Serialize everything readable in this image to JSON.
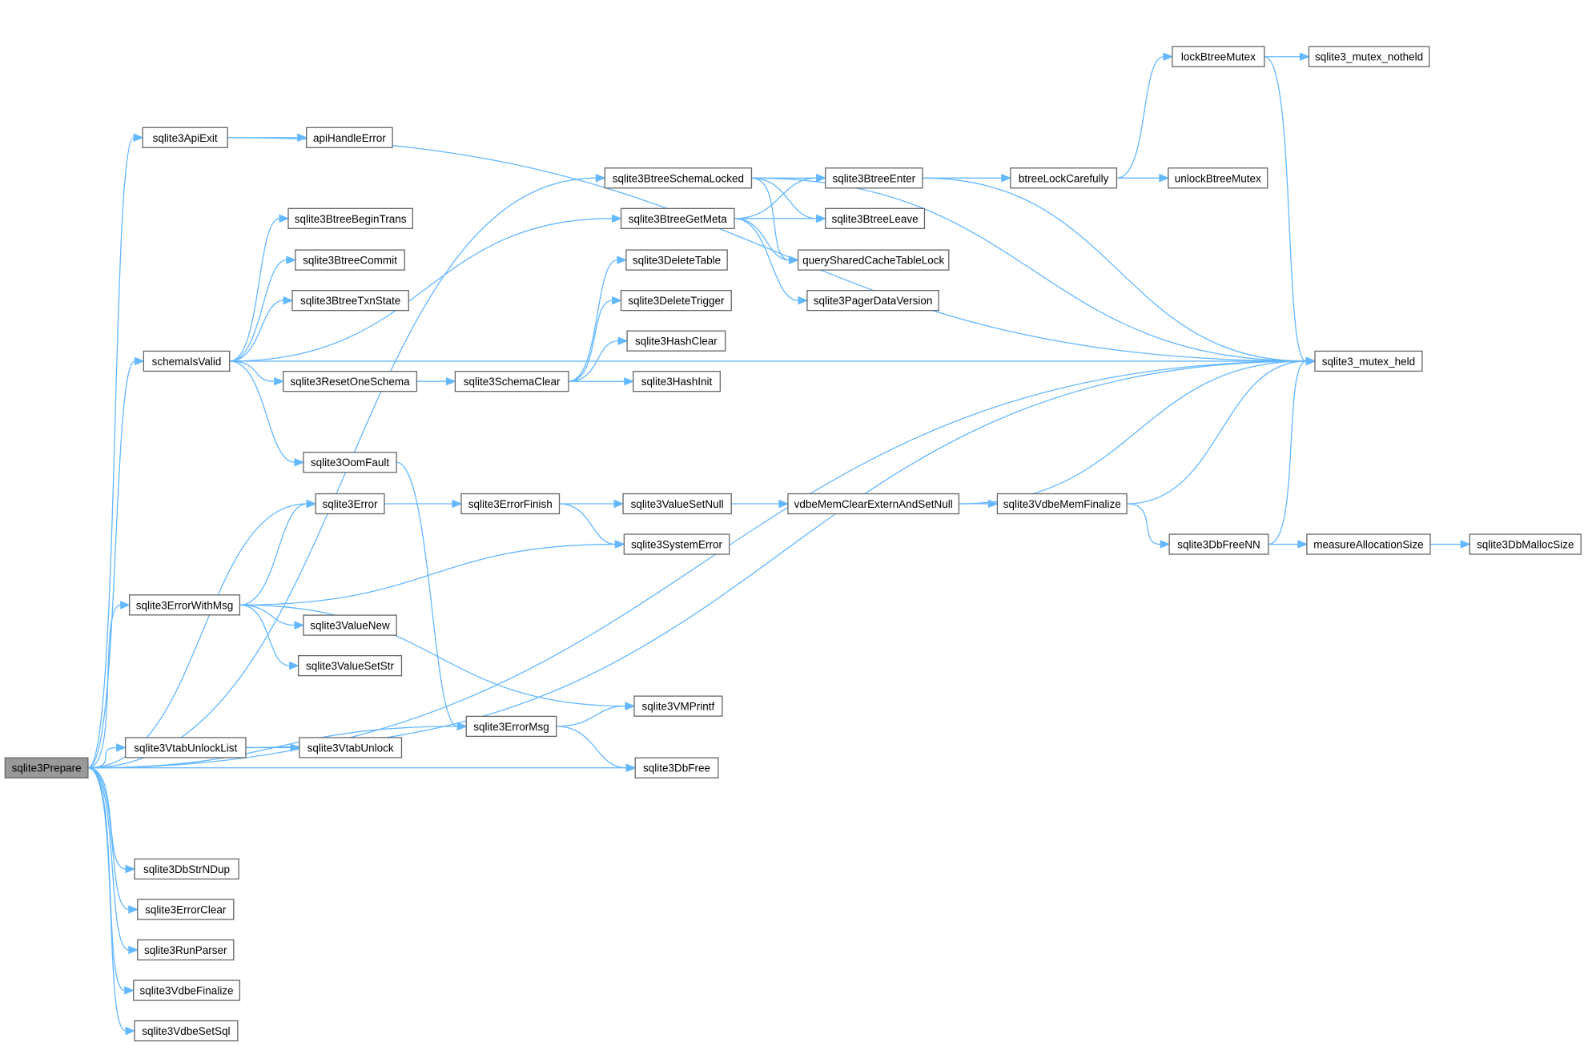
{
  "nodes": [
    {
      "id": "sqlite3Prepare",
      "label": "sqlite3Prepare",
      "root": true
    },
    {
      "id": "sqlite3ApiExit",
      "label": "sqlite3ApiExit"
    },
    {
      "id": "apiHandleError",
      "label": "apiHandleError"
    },
    {
      "id": "sqlite3BtreeSchemaLocked",
      "label": "sqlite3BtreeSchemaLocked"
    },
    {
      "id": "sqlite3BtreeEnter",
      "label": "sqlite3BtreeEnter"
    },
    {
      "id": "btreeLockCarefully",
      "label": "btreeLockCarefully"
    },
    {
      "id": "lockBtreeMutex",
      "label": "lockBtreeMutex"
    },
    {
      "id": "sqlite3_mutex_notheld",
      "label": "sqlite3_mutex_notheld"
    },
    {
      "id": "unlockBtreeMutex",
      "label": "unlockBtreeMutex"
    },
    {
      "id": "sqlite3BtreeLeave",
      "label": "sqlite3BtreeLeave"
    },
    {
      "id": "sqlite3BtreeGetMeta",
      "label": "sqlite3BtreeGetMeta"
    },
    {
      "id": "querySharedCacheTableLock",
      "label": "querySharedCacheTableLock"
    },
    {
      "id": "sqlite3PagerDataVersion",
      "label": "sqlite3PagerDataVersion"
    },
    {
      "id": "sqlite3BtreeBeginTrans",
      "label": "sqlite3BtreeBeginTrans"
    },
    {
      "id": "sqlite3BtreeCommit",
      "label": "sqlite3BtreeCommit"
    },
    {
      "id": "sqlite3BtreeTxnState",
      "label": "sqlite3BtreeTxnState"
    },
    {
      "id": "sqlite3DeleteTable",
      "label": "sqlite3DeleteTable"
    },
    {
      "id": "sqlite3DeleteTrigger",
      "label": "sqlite3DeleteTrigger"
    },
    {
      "id": "sqlite3HashClear",
      "label": "sqlite3HashClear"
    },
    {
      "id": "sqlite3HashInit",
      "label": "sqlite3HashInit"
    },
    {
      "id": "schemaIsValid",
      "label": "schemaIsValid"
    },
    {
      "id": "sqlite3ResetOneSchema",
      "label": "sqlite3ResetOneSchema"
    },
    {
      "id": "sqlite3SchemaClear",
      "label": "sqlite3SchemaClear"
    },
    {
      "id": "sqlite3_mutex_held",
      "label": "sqlite3_mutex_held"
    },
    {
      "id": "sqlite3OomFault",
      "label": "sqlite3OomFault"
    },
    {
      "id": "sqlite3Error",
      "label": "sqlite3Error"
    },
    {
      "id": "sqlite3ErrorFinish",
      "label": "sqlite3ErrorFinish"
    },
    {
      "id": "sqlite3ValueSetNull",
      "label": "sqlite3ValueSetNull"
    },
    {
      "id": "vdbeMemClearExternAndSetNull",
      "label": "vdbeMemClearExternAndSetNull"
    },
    {
      "id": "sqlite3VdbeMemFinalize",
      "label": "sqlite3VdbeMemFinalize"
    },
    {
      "id": "sqlite3DbFreeNN",
      "label": "sqlite3DbFreeNN"
    },
    {
      "id": "measureAllocationSize",
      "label": "measureAllocationSize"
    },
    {
      "id": "sqlite3DbMallocSize",
      "label": "sqlite3DbMallocSize"
    },
    {
      "id": "sqlite3SystemError",
      "label": "sqlite3SystemError"
    },
    {
      "id": "sqlite3ErrorWithMsg",
      "label": "sqlite3ErrorWithMsg"
    },
    {
      "id": "sqlite3ValueNew",
      "label": "sqlite3ValueNew"
    },
    {
      "id": "sqlite3ValueSetStr",
      "label": "sqlite3ValueSetStr"
    },
    {
      "id": "sqlite3VMPrintf",
      "label": "sqlite3VMPrintf"
    },
    {
      "id": "sqlite3ErrorMsg",
      "label": "sqlite3ErrorMsg"
    },
    {
      "id": "sqlite3VtabUnlockList",
      "label": "sqlite3VtabUnlockList"
    },
    {
      "id": "sqlite3VtabUnlock",
      "label": "sqlite3VtabUnlock"
    },
    {
      "id": "sqlite3DbFree",
      "label": "sqlite3DbFree"
    },
    {
      "id": "sqlite3DbStrNDup",
      "label": "sqlite3DbStrNDup"
    },
    {
      "id": "sqlite3ErrorClear",
      "label": "sqlite3ErrorClear"
    },
    {
      "id": "sqlite3RunParser",
      "label": "sqlite3RunParser"
    },
    {
      "id": "sqlite3VdbeFinalize",
      "label": "sqlite3VdbeFinalize"
    },
    {
      "id": "sqlite3VdbeSetSql",
      "label": "sqlite3VdbeSetSql"
    }
  ],
  "edges": [
    [
      "sqlite3Prepare",
      "sqlite3_mutex_held"
    ],
    [
      "sqlite3Prepare",
      "sqlite3ApiExit"
    ],
    [
      "sqlite3Prepare",
      "sqlite3BtreeSchemaLocked"
    ],
    [
      "sqlite3Prepare",
      "schemaIsValid"
    ],
    [
      "sqlite3Prepare",
      "sqlite3Error"
    ],
    [
      "sqlite3Prepare",
      "sqlite3ErrorWithMsg"
    ],
    [
      "sqlite3Prepare",
      "sqlite3VtabUnlockList"
    ],
    [
      "sqlite3Prepare",
      "sqlite3ErrorMsg"
    ],
    [
      "sqlite3Prepare",
      "sqlite3DbFree"
    ],
    [
      "sqlite3Prepare",
      "sqlite3DbStrNDup"
    ],
    [
      "sqlite3Prepare",
      "sqlite3ErrorClear"
    ],
    [
      "sqlite3Prepare",
      "sqlite3RunParser"
    ],
    [
      "sqlite3Prepare",
      "sqlite3VdbeFinalize"
    ],
    [
      "sqlite3Prepare",
      "sqlite3VdbeSetSql"
    ],
    [
      "sqlite3ApiExit",
      "apiHandleError"
    ],
    [
      "sqlite3ApiExit",
      "sqlite3_mutex_held"
    ],
    [
      "sqlite3BtreeSchemaLocked",
      "sqlite3BtreeEnter"
    ],
    [
      "sqlite3BtreeSchemaLocked",
      "sqlite3BtreeLeave"
    ],
    [
      "sqlite3BtreeSchemaLocked",
      "querySharedCacheTableLock"
    ],
    [
      "sqlite3BtreeSchemaLocked",
      "sqlite3_mutex_held"
    ],
    [
      "sqlite3BtreeEnter",
      "btreeLockCarefully"
    ],
    [
      "sqlite3BtreeEnter",
      "sqlite3_mutex_held"
    ],
    [
      "btreeLockCarefully",
      "lockBtreeMutex"
    ],
    [
      "btreeLockCarefully",
      "unlockBtreeMutex"
    ],
    [
      "lockBtreeMutex",
      "sqlite3_mutex_notheld"
    ],
    [
      "lockBtreeMutex",
      "sqlite3_mutex_held"
    ],
    [
      "sqlite3BtreeGetMeta",
      "sqlite3BtreeEnter"
    ],
    [
      "sqlite3BtreeGetMeta",
      "sqlite3BtreeLeave"
    ],
    [
      "sqlite3BtreeGetMeta",
      "querySharedCacheTableLock"
    ],
    [
      "sqlite3BtreeGetMeta",
      "sqlite3PagerDataVersion"
    ],
    [
      "schemaIsValid",
      "sqlite3BtreeBeginTrans"
    ],
    [
      "schemaIsValid",
      "sqlite3BtreeCommit"
    ],
    [
      "schemaIsValid",
      "sqlite3BtreeTxnState"
    ],
    [
      "schemaIsValid",
      "sqlite3BtreeGetMeta"
    ],
    [
      "schemaIsValid",
      "sqlite3ResetOneSchema"
    ],
    [
      "schemaIsValid",
      "sqlite3OomFault"
    ],
    [
      "schemaIsValid",
      "sqlite3_mutex_held"
    ],
    [
      "sqlite3ResetOneSchema",
      "sqlite3SchemaClear"
    ],
    [
      "sqlite3SchemaClear",
      "sqlite3DeleteTable"
    ],
    [
      "sqlite3SchemaClear",
      "sqlite3DeleteTrigger"
    ],
    [
      "sqlite3SchemaClear",
      "sqlite3HashClear"
    ],
    [
      "sqlite3SchemaClear",
      "sqlite3HashInit"
    ],
    [
      "sqlite3OomFault",
      "sqlite3ErrorMsg"
    ],
    [
      "sqlite3Error",
      "sqlite3ErrorFinish"
    ],
    [
      "sqlite3ErrorFinish",
      "sqlite3ValueSetNull"
    ],
    [
      "sqlite3ErrorFinish",
      "sqlite3SystemError"
    ],
    [
      "sqlite3ValueSetNull",
      "vdbeMemClearExternAndSetNull"
    ],
    [
      "vdbeMemClearExternAndSetNull",
      "sqlite3VdbeMemFinalize"
    ],
    [
      "vdbeMemClearExternAndSetNull",
      "sqlite3_mutex_held"
    ],
    [
      "sqlite3VdbeMemFinalize",
      "sqlite3DbFreeNN"
    ],
    [
      "sqlite3VdbeMemFinalize",
      "sqlite3_mutex_held"
    ],
    [
      "sqlite3DbFreeNN",
      "measureAllocationSize"
    ],
    [
      "sqlite3DbFreeNN",
      "sqlite3_mutex_held"
    ],
    [
      "measureAllocationSize",
      "sqlite3DbMallocSize"
    ],
    [
      "sqlite3ErrorWithMsg",
      "sqlite3Error"
    ],
    [
      "sqlite3ErrorWithMsg",
      "sqlite3SystemError"
    ],
    [
      "sqlite3ErrorWithMsg",
      "sqlite3ValueNew"
    ],
    [
      "sqlite3ErrorWithMsg",
      "sqlite3ValueSetStr"
    ],
    [
      "sqlite3ErrorWithMsg",
      "sqlite3VMPrintf"
    ],
    [
      "sqlite3ErrorMsg",
      "sqlite3VMPrintf"
    ],
    [
      "sqlite3ErrorMsg",
      "sqlite3DbFree"
    ],
    [
      "sqlite3VtabUnlockList",
      "sqlite3VtabUnlock"
    ],
    [
      "sqlite3VtabUnlockList",
      "sqlite3_mutex_held"
    ]
  ]
}
